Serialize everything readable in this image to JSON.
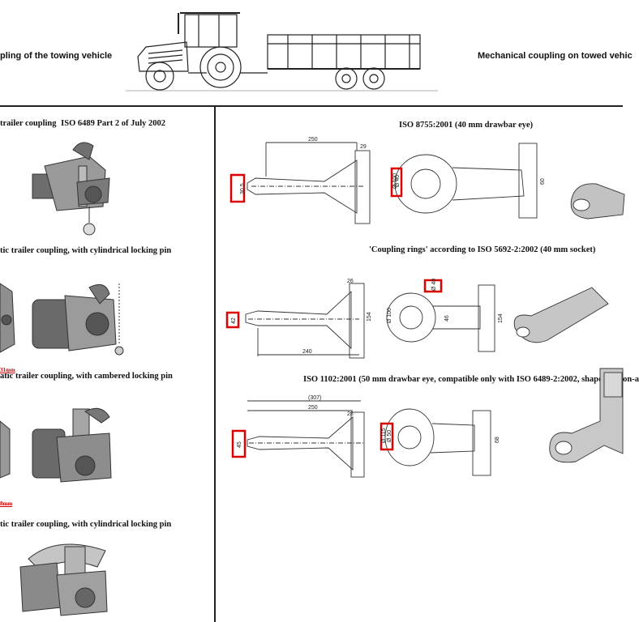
{
  "header": {
    "left_title": "pling of the towing vehicle",
    "right_title": "Mechanical coupling on towed vehic"
  },
  "left_panel": {
    "items": [
      {
        "caption_a": "trailer coupling",
        "caption_b": "ISO 6489 Part 2 of July 2002"
      },
      {
        "caption": "tic trailer coupling, with cylindrical locking pin",
        "note": "31mm"
      },
      {
        "caption": "atic trailer coupling, with cambered locking pin",
        "note": "8mm"
      },
      {
        "caption": "tic trailer coupling, with cylindrical locking pin"
      }
    ]
  },
  "right_panel": {
    "sections": [
      {
        "title": "ISO 8755:2001 (40 mm drawbar eye)",
        "dims": [
          "250",
          "29",
          "30.5",
          "Ø 100",
          "Ø 40",
          "60"
        ]
      },
      {
        "title": "'Coupling rings' according to ISO 5692-2:2002 (40 mm socket)",
        "dims": [
          "26",
          "42",
          "154",
          "240",
          "Ø 100",
          "Ø 40",
          "46",
          "154"
        ]
      },
      {
        "title": "ISO 1102:2001 (50 mm drawbar eye, compatible only with ISO 6489-2:2002, shape A – non-a",
        "dims": [
          "(307)",
          "250",
          "28",
          "45",
          "Ø 115",
          "Ø 50",
          "68"
        ]
      }
    ]
  }
}
